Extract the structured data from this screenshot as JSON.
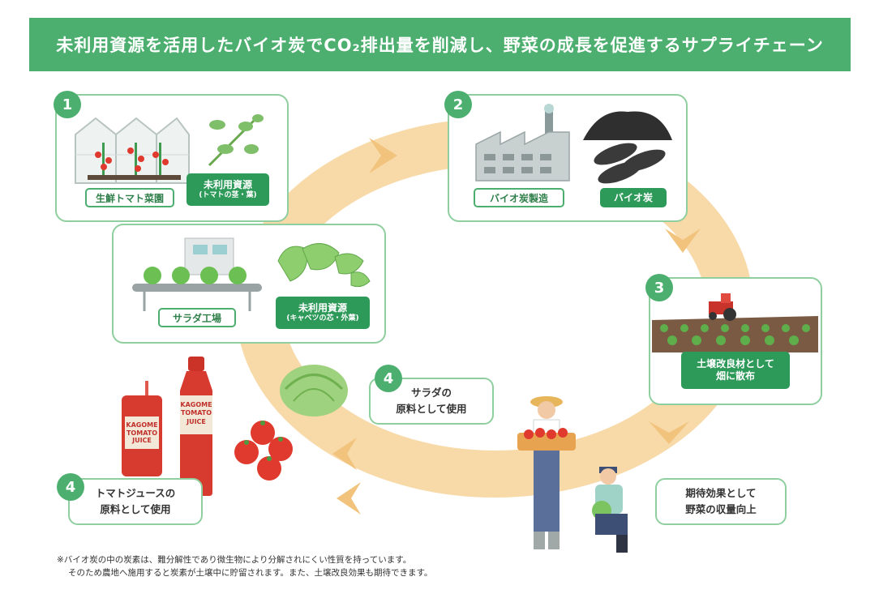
{
  "title": "未利用資源を活用したバイオ炭でCO₂排出量を削減し、野菜の成長を促進するサプライチェーン",
  "colors": {
    "accent": "#4daf6f",
    "dark_green": "#2e9a5a",
    "flow": "#f8d9a8",
    "flow_arrow": "#f1c37c"
  },
  "step1": {
    "number": "1",
    "greenhouse_label": "生鮮トマト菜園",
    "resource_label": "未利用資源",
    "resource_sub": "(トマトの茎・葉)"
  },
  "step2": {
    "number": "2",
    "factory_label": "バイオ炭製造",
    "biochar_label": "バイオ炭"
  },
  "salad_card": {
    "factory_label": "サラダ工場",
    "resource_label": "未利用資源",
    "resource_sub": "(キャベツの芯・外葉)"
  },
  "step3": {
    "number": "3",
    "label_line1": "土壌改良材として",
    "label_line2": "畑に散布"
  },
  "step4_salad": {
    "number": "4",
    "line1": "サラダの",
    "line2": "原料として使用"
  },
  "step4_juice": {
    "number": "4",
    "line1": "トマトジュースの",
    "line2": "原料として使用"
  },
  "bottles": {
    "brand": "KAGOME",
    "product_line1": "TOMATO",
    "product_line2": "JUICE"
  },
  "expected": {
    "line1": "期待効果として",
    "line2": "野菜の収量向上"
  },
  "footnote": {
    "line1": "※バイオ炭の中の炭素は、難分解性であり微生物により分解されにくい性質を持っています。",
    "line2": "そのため農地へ施用すると炭素が土壌中に貯留されます。また、土壌改良効果も期待できます。"
  }
}
